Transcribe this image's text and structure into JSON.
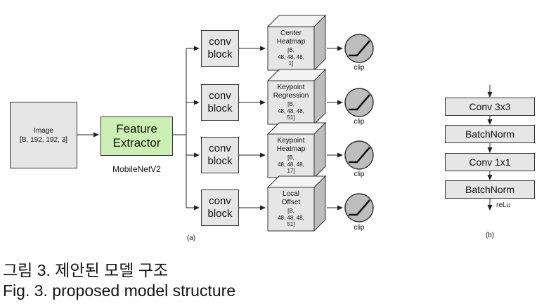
{
  "input": {
    "title": "Image",
    "shape": "[B, 192, 192, 3]"
  },
  "extractor": {
    "line1": "Feature",
    "line2": "Extractor",
    "backbone": "MobileNetV2"
  },
  "conv_block": {
    "line1": "conv",
    "line2": "block"
  },
  "heads": [
    {
      "title_lines": [
        "Center",
        "Heatmap"
      ],
      "shape_lines": [
        "[B,",
        "48, 48, 48,",
        "1]"
      ]
    },
    {
      "title_lines": [
        "Keypoint",
        "Regression"
      ],
      "shape_lines": [
        "[B,",
        "48, 48, 48,",
        "51]"
      ]
    },
    {
      "title_lines": [
        "Keypoint",
        "Heatmap"
      ],
      "shape_lines": [
        "[B,",
        "48, 48, 48,",
        "17]"
      ]
    },
    {
      "title_lines": [
        "Local",
        "Offset"
      ],
      "shape_lines": [
        "[B,",
        "48, 48, 48,",
        "51]"
      ]
    }
  ],
  "clip_label": "clip",
  "panel_a_label": "(a)",
  "conv_block_detail": {
    "layers": [
      "Conv 3x3",
      "BatchNorm",
      "Conv 1x1",
      "BatchNorm"
    ],
    "activation": "reLu",
    "panel_label": "(b)"
  },
  "caption": {
    "korean": "그림 3. 제안된 모델 구조",
    "english": "Fig. 3. proposed model structure"
  },
  "colors": {
    "box_fill": "#e6e6e6",
    "extractor_fill": "#ccf0b3",
    "cube_top": "#f4f4f4",
    "cube_side": "#bdbdbd",
    "stroke": "#333333"
  }
}
